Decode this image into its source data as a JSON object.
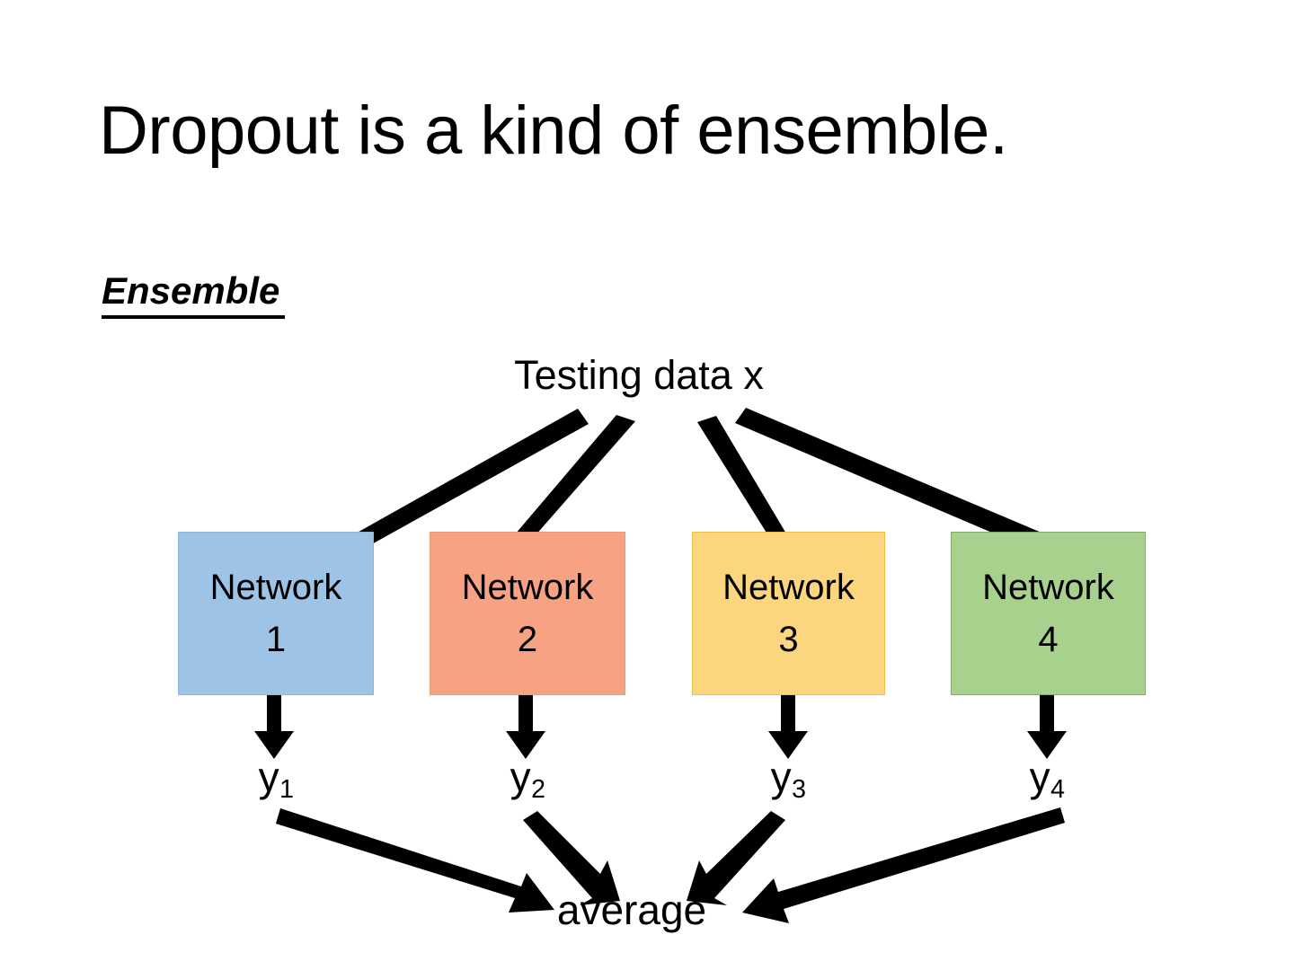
{
  "slide": {
    "title": "Dropout is a kind of ensemble.",
    "section_heading": "Ensemble",
    "background_color": "#FFFFFF",
    "text_color": "#000000"
  },
  "diagram": {
    "source_label": "Testing data x",
    "aggregator_label": "average",
    "arrow_color": "#000000",
    "networks": [
      {
        "name": "Network",
        "index": "1",
        "fill": "#9DC3E6",
        "stroke": "#8FB6DC",
        "output": "y",
        "output_subscript": "1"
      },
      {
        "name": "Network",
        "index": "2",
        "fill": "#F6A283",
        "stroke": "#ED9A7C",
        "output": "y",
        "output_subscript": "2"
      },
      {
        "name": "Network",
        "index": "3",
        "fill": "#FCD67F",
        "stroke": "#EFC04A",
        "output": "y",
        "output_subscript": "3"
      },
      {
        "name": "Network",
        "index": "4",
        "fill": "#A9D18E",
        "stroke": "#86A86F",
        "output": "y",
        "output_subscript": "4"
      }
    ]
  }
}
